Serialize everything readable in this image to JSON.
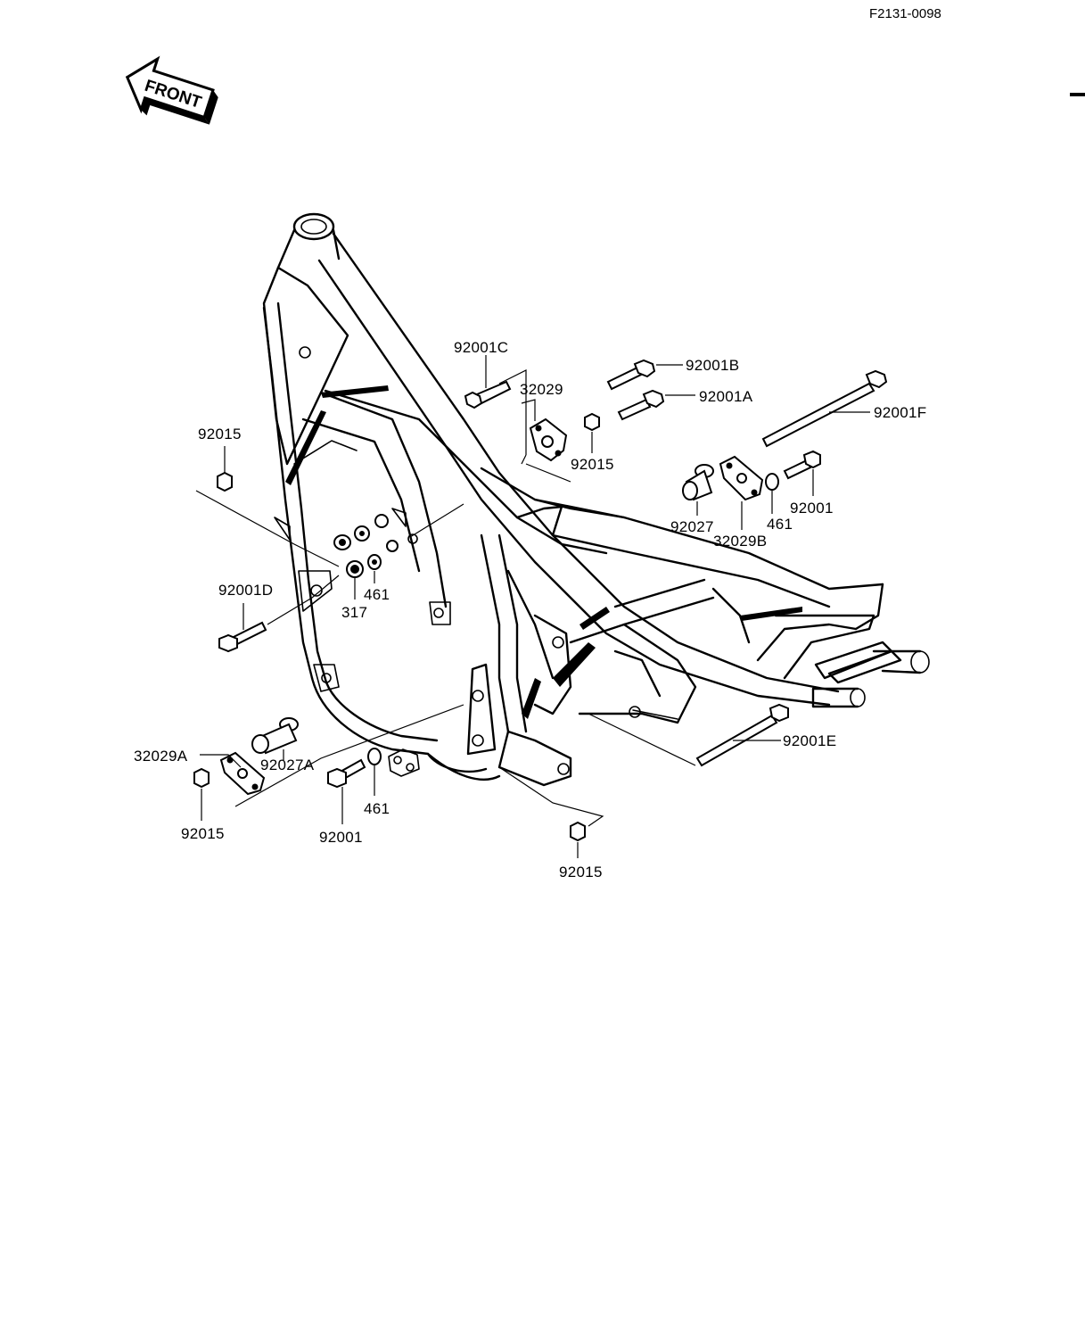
{
  "document": {
    "reference_code": "F2131-0098",
    "front_marker": "FRONT"
  },
  "callouts": {
    "c_92001C": "92001C",
    "c_92001B": "92001B",
    "c_32029": "32029",
    "c_92001A": "92001A",
    "c_92001F": "92001F",
    "c_92015_top": "92015",
    "c_92015_left": "92015",
    "c_92027": "92027",
    "c_461_right": "461",
    "c_92001_right": "92001",
    "c_32029B": "32029B",
    "c_92001D": "92001D",
    "c_461_mid": "461",
    "c_317": "317",
    "c_32029A": "32029A",
    "c_92027A": "92027A",
    "c_92001E": "92001E",
    "c_92015_bl": "92015",
    "c_92001_bottom": "92001",
    "c_461_bottom": "461",
    "c_92015_bottom": "92015"
  }
}
